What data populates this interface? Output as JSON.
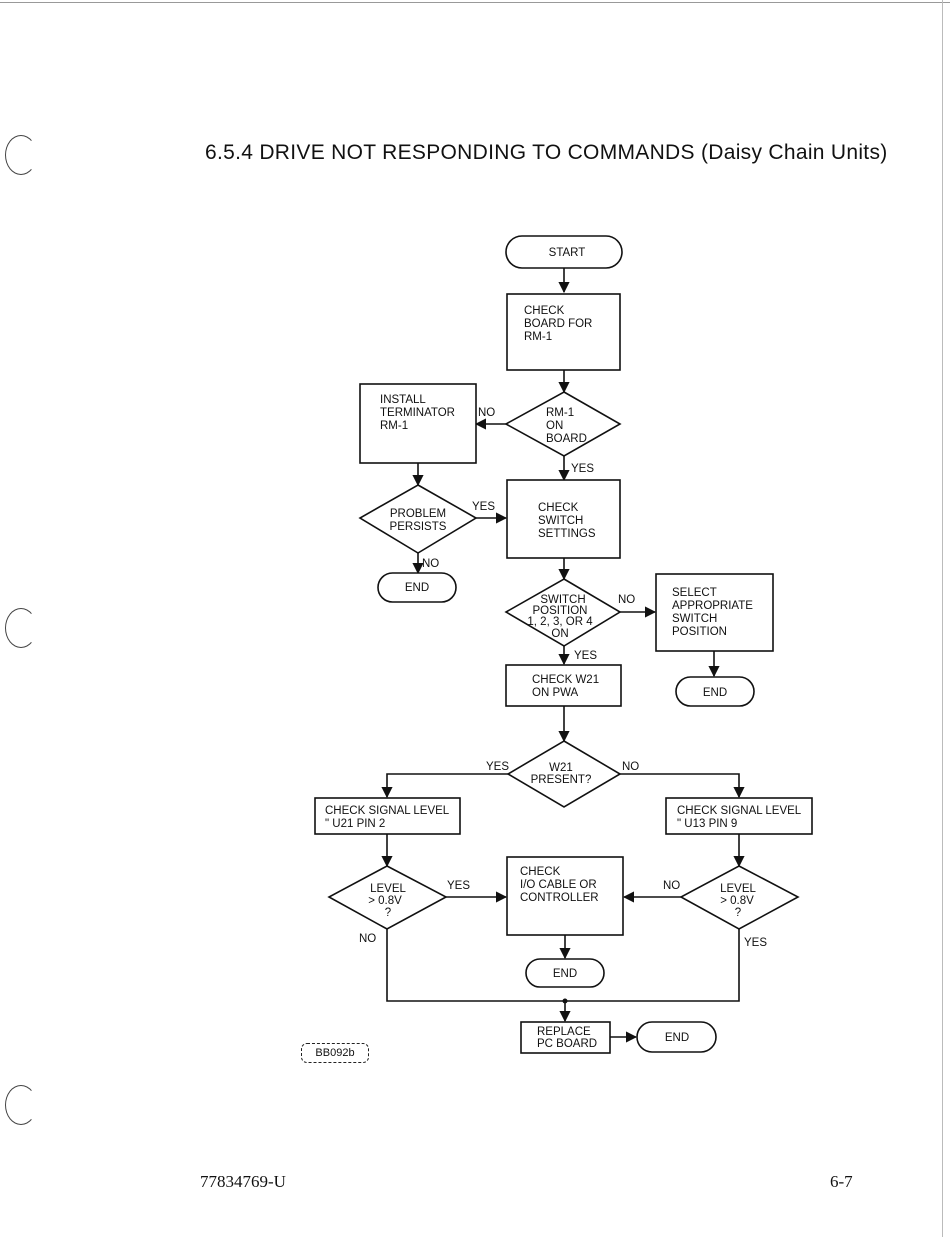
{
  "title": "6.5.4 DRIVE NOT RESPONDING TO COMMANDS (Daisy Chain Units)",
  "footer": {
    "doc_number": "77834769-U",
    "page_number": "6-7"
  },
  "figure_tag": "BB092b",
  "flowchart": {
    "start": "START",
    "check_board": [
      "CHECK",
      "BOARD FOR",
      "RM-1"
    ],
    "rm1_on_board": [
      "RM-1",
      "ON",
      "BOARD"
    ],
    "install_terminator": [
      "INSTALL",
      "TERMINATOR",
      "RM-1"
    ],
    "problem_persists": [
      "PROBLEM",
      "PERSISTS"
    ],
    "end": "END",
    "check_switch": [
      "CHECK",
      "SWITCH",
      "SETTINGS"
    ],
    "switch_position": [
      "SWITCH",
      "POSITION",
      "1, 2, 3, OR 4",
      "ON"
    ],
    "select_switch": [
      "SELECT",
      "APPROPRIATE",
      "SWITCH",
      "POSITION"
    ],
    "check_w21": [
      "CHECK W21",
      "ON PWA"
    ],
    "w21_present": [
      "W21",
      "PRESENT?"
    ],
    "check_signal_left": [
      "CHECK SIGNAL LEVEL",
      "\" U21 PIN 2"
    ],
    "check_signal_right": [
      "CHECK SIGNAL LEVEL",
      "\" U13 PIN 9"
    ],
    "level": [
      "LEVEL",
      "> 0.8V",
      "?"
    ],
    "check_io": [
      "CHECK",
      "I/O CABLE OR",
      "CONTROLLER"
    ],
    "replace_board": [
      "REPLACE",
      "PC BOARD"
    ],
    "yes": "YES",
    "no": "NO"
  }
}
